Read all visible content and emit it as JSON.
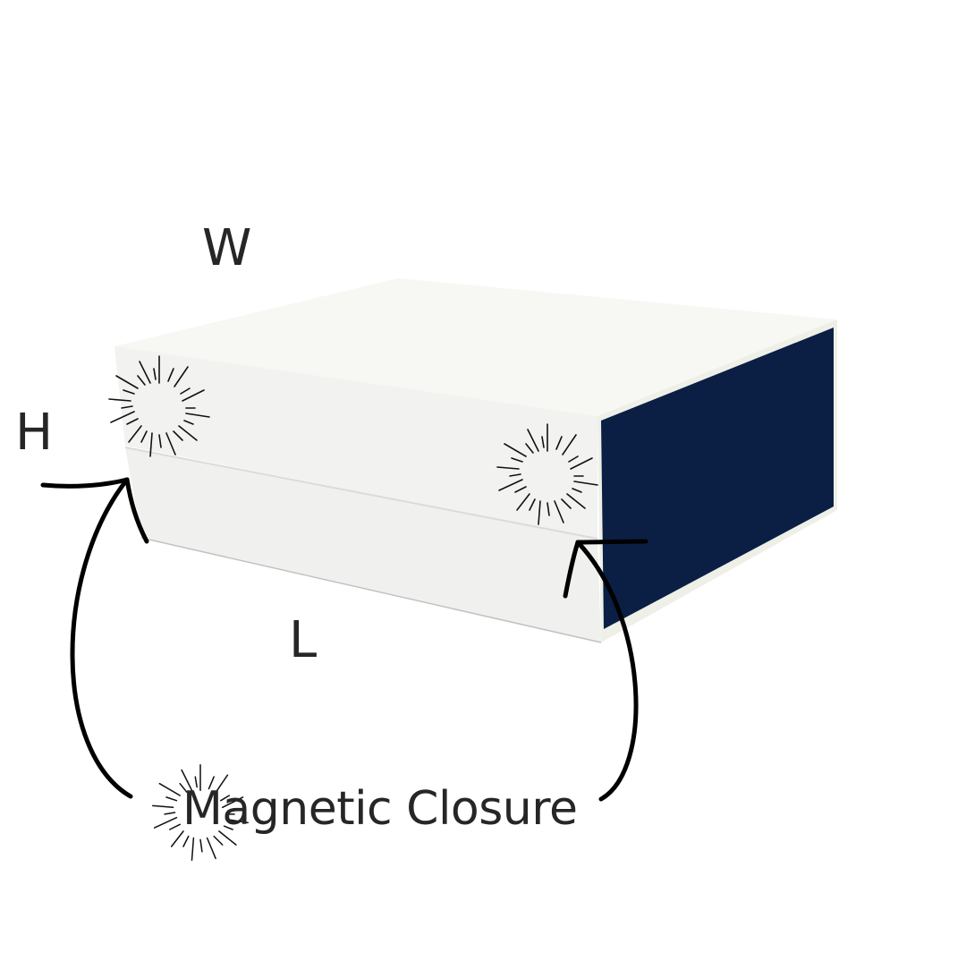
{
  "labels": {
    "width": "W",
    "height": "H",
    "length": "L"
  },
  "caption": "Magnetic Closure",
  "icons": {
    "magnet_burst_left": "sparkle-burst-icon",
    "magnet_burst_right": "sparkle-burst-icon",
    "caption_burst": "sparkle-burst-icon",
    "arrow_left": "curved-arrow-icon",
    "arrow_right": "curved-arrow-icon"
  },
  "colors": {
    "box_white": "#f4f5f2",
    "box_top": "#f7f7f4",
    "box_side_navy": "#0b1f45",
    "text": "#262626",
    "ink": "#111111"
  }
}
